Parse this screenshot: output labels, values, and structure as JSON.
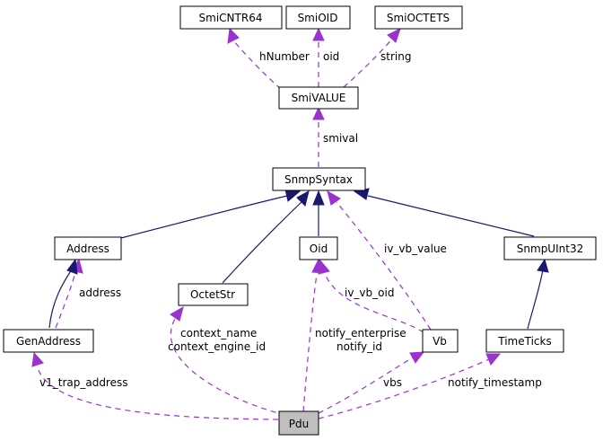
{
  "nodes": {
    "smicntr64": "SmiCNTR64",
    "smioid": "SmiOID",
    "smioctets": "SmiOCTETS",
    "smivalue": "SmiVALUE",
    "snmpsyntax": "SnmpSyntax",
    "address": "Address",
    "oid": "Oid",
    "snmpuint32": "SnmpUInt32",
    "octetstr": "OctetStr",
    "genaddress": "GenAddress",
    "vb": "Vb",
    "timeticks": "TimeTicks",
    "pdu": "Pdu"
  },
  "edge_labels": {
    "hnumber": "hNumber",
    "oid": "oid",
    "string": "string",
    "smival": "smival",
    "iv_vb_value": "iv_vb_value",
    "address": "address",
    "iv_vb_oid": "iv_vb_oid",
    "context_name": "context_name",
    "context_engine_id": "context_engine_id",
    "notify_enterprise": "notify_enterprise",
    "notify_id": "notify_id",
    "v1_trap_address": "v1_trap_address",
    "vbs": "vbs",
    "notify_timestamp": "notify_timestamp"
  },
  "colors": {
    "inheritance": "#191970",
    "association": "#9a32cd",
    "highlight_fill": "#bfbfbf"
  }
}
